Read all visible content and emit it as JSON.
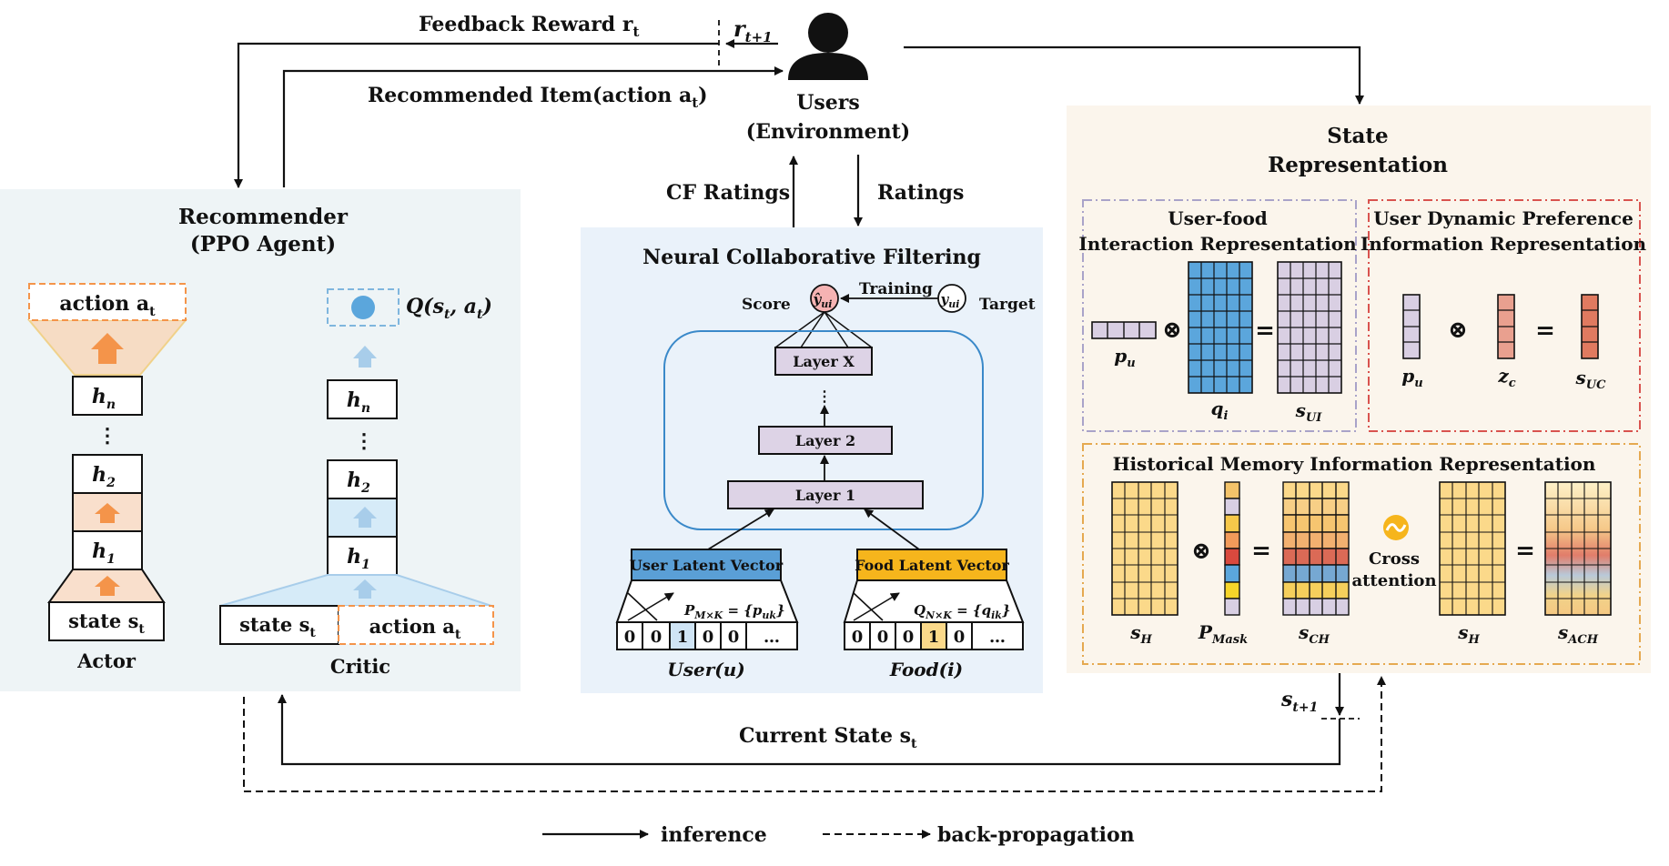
{
  "top": {
    "feedback_reward": "Feedback Reward r",
    "feedback_reward_sub": "t",
    "r_next": "r",
    "r_next_sub": "t+1",
    "recommended_item": "Recommended Item(action a",
    "recommended_item_sub": "t",
    "recommended_item_close": ")"
  },
  "users": {
    "title": "Users",
    "subtitle": "(Environment)",
    "icon": "user-icon"
  },
  "cf_ratings": "CF Ratings",
  "ratings": "Ratings",
  "agent": {
    "title": "Recommender",
    "subtitle": "(PPO Agent)",
    "actor": {
      "action_label": "action a",
      "action_sub": "t",
      "hn": "h",
      "hn_sub": "n",
      "dots": "⋮",
      "h2": "h",
      "h2_sub": "2",
      "h1": "h",
      "h1_sub": "1",
      "state_label": "state s",
      "state_sub": "t",
      "caption": "Actor"
    },
    "critic": {
      "q_label": "Q(s",
      "q_sub1": "t",
      "q_mid": ", a",
      "q_sub2": "t",
      "q_close": ")",
      "hn": "h",
      "hn_sub": "n",
      "dots": "⋮",
      "h2": "h",
      "h2_sub": "2",
      "h1": "h",
      "h1_sub": "1",
      "state_label": "state s",
      "state_sub": "t",
      "action_label": "action a",
      "action_sub": "t",
      "caption": "Critic"
    }
  },
  "ncf": {
    "title": "Neural Collaborative Filtering",
    "score": "Score",
    "training": "Training",
    "target": "Target",
    "y_hat": "ŷ",
    "y": "y",
    "y_sub": "ui",
    "layer_x": "Layer X",
    "layer_2": "Layer 2",
    "layer_1": "Layer 1",
    "dots": "⋮",
    "user_latent": "User Latent Vector",
    "food_latent": "Food Latent Vector",
    "user_matrix": "P",
    "user_matrix_sub": "M×K",
    "user_matrix_eq": " = {p",
    "user_matrix_eq_sub": "uk",
    "user_matrix_close": "}",
    "food_matrix": "Q",
    "food_matrix_sub": "N×K",
    "food_matrix_eq": " = {q",
    "food_matrix_eq_sub": "ik",
    "food_matrix_close": "}",
    "user_vector": [
      "0",
      "0",
      "1",
      "0",
      "0",
      "…"
    ],
    "food_vector": [
      "0",
      "0",
      "0",
      "1",
      "0",
      "…"
    ],
    "user_caption": "User(u)",
    "food_caption": "Food(i)"
  },
  "state": {
    "title": "State",
    "subtitle": "Representation",
    "uf_title": "User-food",
    "uf_subtitle": "Interaction Representation",
    "pu": "p",
    "pu_sub": "u",
    "qi": "q",
    "qi_sub": "i",
    "sui": "s",
    "sui_sub": "UI",
    "udp_title": "User Dynamic Preference",
    "udp_subtitle": "Information Representation",
    "pu2": "p",
    "pu2_sub": "u",
    "zc": "z",
    "zc_sub": "c",
    "suc": "s",
    "suc_sub": "UC",
    "hm_title": "Historical Memory Information Representation",
    "sh": "s",
    "sh_sub": "H",
    "pmask": "P",
    "pmask_sub": "Mask",
    "sch": "s",
    "sch_sub": "CH",
    "cross": "Cross",
    "attention": "attention",
    "sh2": "s",
    "sh2_sub": "H",
    "sach": "s",
    "sach_sub": "ACH",
    "otimes": "⊗",
    "equals": "="
  },
  "bottom": {
    "s_next": "s",
    "s_next_sub": "t+1",
    "current_state": "Current State s",
    "current_state_sub": "t"
  },
  "legend": {
    "inference": "inference",
    "backprop": "back-propagation"
  },
  "colors": {
    "agent_bg": "#eef4f6",
    "ncf_bg": "#eaf2fa",
    "state_bg": "#fbf5ec",
    "orange": "#f4944a",
    "blue_cell": "#5ba6dc",
    "lavender": "#d9cfe3",
    "salmon": "#e07a60",
    "yellow": "#fbd98a",
    "food_latent": "#f6b51c",
    "user_latent": "#5a9fd6"
  }
}
